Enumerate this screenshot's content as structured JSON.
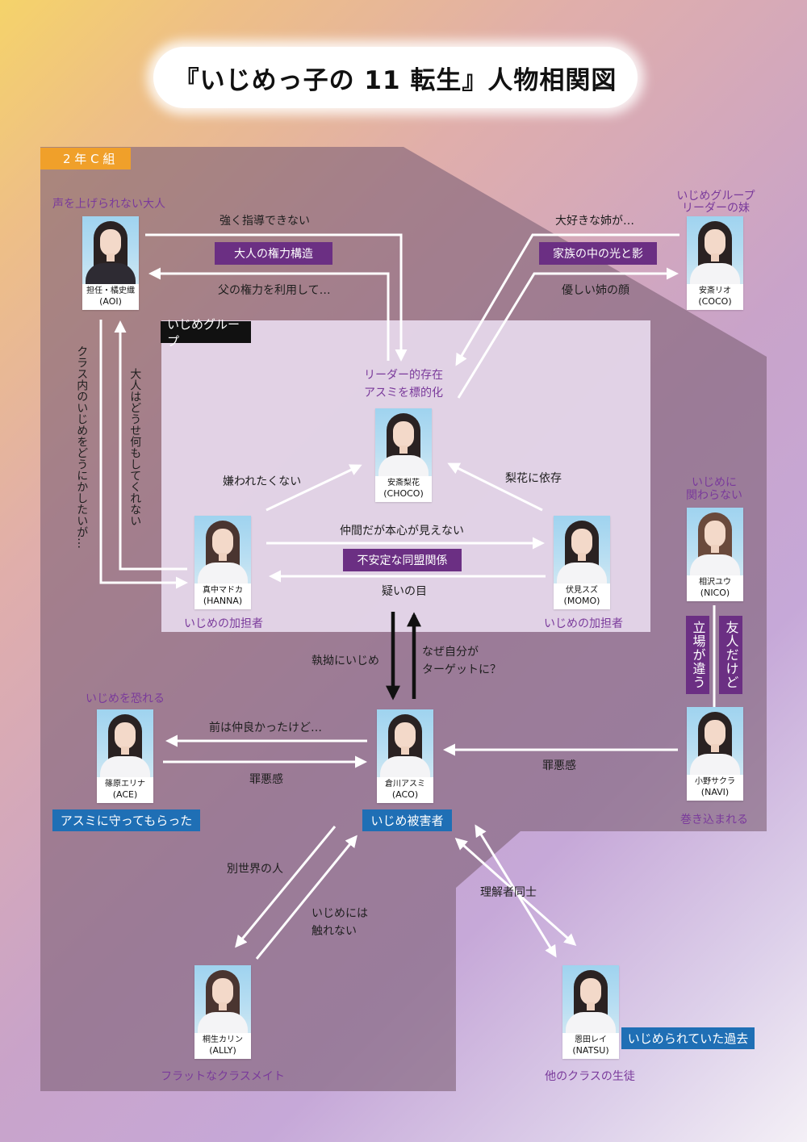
{
  "title": "『いじめっ子の 11 転生』人物相関図",
  "groups": {
    "class_label": "2 年 C 組",
    "bully_group_label": "いじめグループ"
  },
  "people": {
    "aoi": {
      "name": "担任・橘史織",
      "code": "(AOI)",
      "role": "声を上げられない大人"
    },
    "coco": {
      "name": "安斎リオ",
      "code": "(COCO)",
      "role": "いじめグループ\nリーダーの妹"
    },
    "choco": {
      "name": "安斎梨花",
      "code": "(CHOCO)",
      "role": "リーダー的存在\nアスミを標的化"
    },
    "hanna": {
      "name": "真中マドカ",
      "code": "(HANNA)",
      "role": "いじめの加担者"
    },
    "momo": {
      "name": "伏見スズ",
      "code": "(MOMO)",
      "role": "いじめの加担者"
    },
    "nico": {
      "name": "相沢ユウ",
      "code": "(NICO)",
      "role": "いじめに\n関わらない"
    },
    "navi": {
      "name": "小野サクラ",
      "code": "(NAVI)",
      "role": "巻き込まれる"
    },
    "ace": {
      "name": "篠原エリナ",
      "code": "(ACE)",
      "role": "いじめを恐れる",
      "tag": "アスミに守ってもらった"
    },
    "aco": {
      "name": "倉川アスミ",
      "code": "(ACO)",
      "tag": "いじめ被害者"
    },
    "ally": {
      "name": "桐生カリン",
      "code": "(ALLY)",
      "role": "フラットなクラスメイト"
    },
    "natsu": {
      "name": "恩田レイ",
      "code": "(NATSU)",
      "role": "他のクラスの生徒",
      "tag": "いじめられていた過去"
    }
  },
  "relations": {
    "aoi_to_choco": "強く指導できない",
    "aoi_choco_box": "大人の権力構造",
    "choco_to_aoi": "父の権力を利用して…",
    "coco_to_choco": "大好きな姉が…",
    "coco_choco_box": "家族の中の光と影",
    "choco_to_coco": "優しい姉の顔",
    "aoi_to_hanna": "クラス内のいじめをどうにかしたいが…",
    "hanna_to_aoi": "大人はどうせ何もしてくれない",
    "hanna_to_choco": "嫌われたくない",
    "momo_to_choco": "梨花に依存",
    "hanna_to_momo": "仲間だが本心が見えない",
    "hanna_momo_box": "不安定な同盟関係",
    "momo_to_hanna": "疑いの目",
    "group_to_aco": "執拗にいじめ",
    "aco_to_group": "なぜ自分が\nターゲットに？",
    "nico_navi_box1": "立場が違う",
    "nico_navi_box2": "友人だけど",
    "aco_to_ace": "前は仲良かったけど…",
    "ace_to_aco": "罪悪感",
    "navi_to_aco": "罪悪感",
    "aco_to_ally": "別世界の人",
    "ally_to_aco": "いじめには\n触れない",
    "aco_natsu": "理解者同士"
  },
  "colors": {
    "class_area": "#8a6c86",
    "group_area": "#e2d2e8",
    "purple_box": "#6b2f83",
    "role_text": "#7a3a9b",
    "blue_tag": "#1f6fb5",
    "orange_tag": "#f0a02a"
  }
}
